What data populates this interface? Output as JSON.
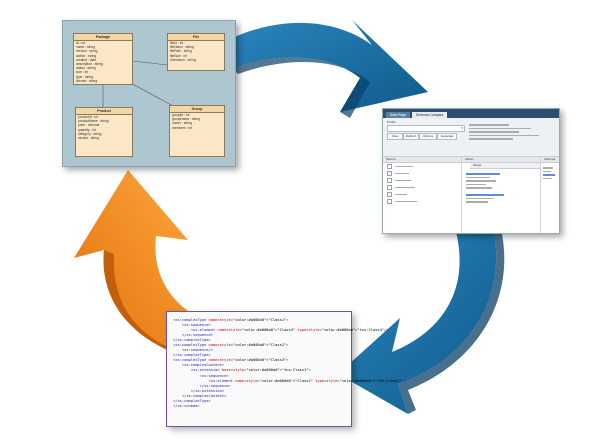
{
  "uml": {
    "classes": [
      {
        "title": "Package",
        "attributes": [
          "Id : int",
          "name : string",
          "version : string",
          "author : string",
          "created : date",
          "description : string",
          "status : string",
          "size : int",
          "type : string",
          "license : string"
        ]
      },
      {
        "title": "File",
        "attributes": [
          "fileId : int",
          "fileName : string",
          "filePath : string",
          "fileSize : int",
          "checksum : string"
        ]
      },
      {
        "title": "Product",
        "attributes": [
          "productId : int",
          "productName : string",
          "price : decimal",
          "quantity : int",
          "category : string",
          "vendor : string"
        ]
      },
      {
        "title": "Group",
        "attributes": [
          "groupId : int",
          "groupName : string",
          "owner : string",
          "members : int"
        ]
      }
    ]
  },
  "app": {
    "tabs": [
      "Start Page",
      "Schema Compare"
    ],
    "profile_label": "Profile",
    "buttons": [
      "View",
      "Refresh",
      "Options",
      "Generate"
    ],
    "columns": [
      "Source",
      "Action",
      "Target",
      "Schema"
    ]
  },
  "xml": {
    "lines": [
      "<xs:complexType name=\"Class1\">",
      "    <xs:sequence>",
      "        <xs:element name=\"Class4\" type=\"tns:Class4\"/>",
      "    </xs:sequence>",
      "</xs:complexType>",
      "<xs:complexType name=\"Class2\">",
      "    <xs:sequence/>",
      "</xs:complexType>",
      "<xs:complexType name=\"Class3\">",
      "    <xs:complexContent>",
      "        <xs:extension base=\"tns:Class1\">",
      "            <xs:sequence>",
      "                <xs:element name=\"Class2\" type=\"tns:Class2\"/>",
      "            </xs:sequence>",
      "        </xs:extension>",
      "    </xs:complexContent>",
      "</xs:complexType>",
      "</xs:schema>"
    ]
  },
  "colors": {
    "blue_arrow": "#1e6e9c",
    "blue_arrow_dark": "#0e4a73",
    "orange_arrow": "#f7941d",
    "orange_arrow_dark": "#cc5f0a",
    "xml_tag": "#1a1aa6",
    "xml_attr": "#c00000",
    "xml_value": "#a000a0"
  }
}
